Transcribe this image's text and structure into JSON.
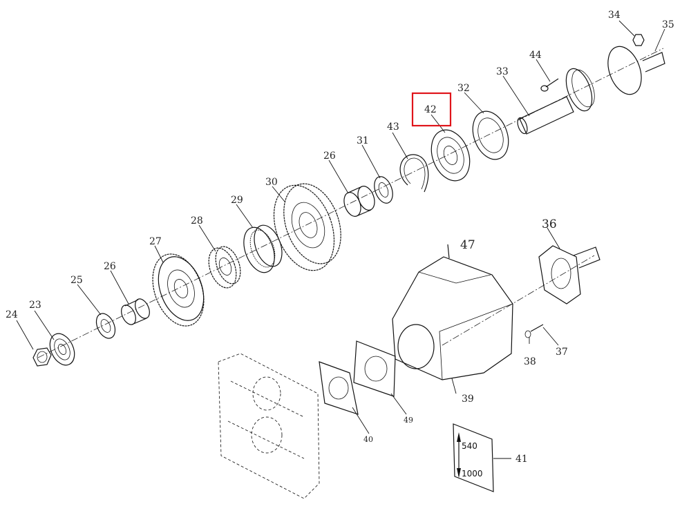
{
  "highlight_color": "#e0141a",
  "highlighted_part": "42",
  "parts": {
    "p23": "23",
    "p24": "24",
    "p25": "25",
    "p26a": "26",
    "p26b": "26",
    "p27": "27",
    "p28": "28",
    "p29": "29",
    "p30": "30",
    "p31": "31",
    "p32": "32",
    "p33": "33",
    "p34": "34",
    "p35": "35",
    "p36": "36",
    "p37": "37",
    "p38": "38",
    "p39": "39",
    "p40": "40",
    "p41": "41",
    "p42": "42",
    "p43": "43",
    "p44": "44",
    "p47": "47",
    "p49": "49"
  },
  "speed_plate": {
    "top": "540",
    "bottom": "1000"
  }
}
